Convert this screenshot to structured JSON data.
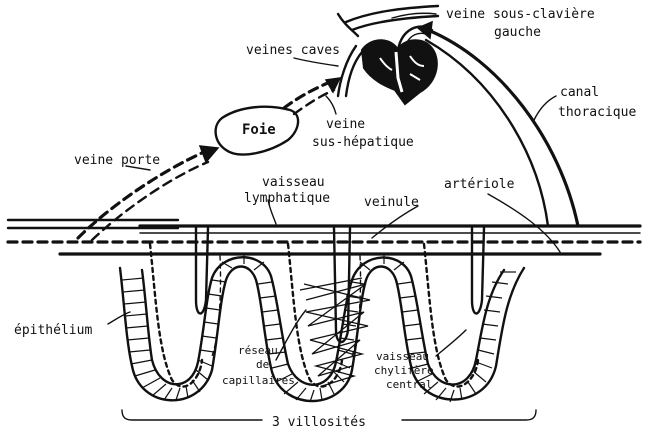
{
  "diagram": {
    "labels": {
      "veine_sous_claviere_line1": "veine sous-clavière",
      "veine_sous_claviere_line2": "gauche",
      "veines_caves": "veines caves",
      "canal_thoracique_line1": "canal",
      "canal_thoracique_line2": "thoracique",
      "foie": "Foie",
      "veine_sus_hepatique_line1": "veine",
      "veine_sus_hepatique_line2": "sus-hépatique",
      "veine_porte": "veine porte",
      "vaisseau_lymphatique_line1": "vaisseau",
      "vaisseau_lymphatique_line2": "lymphatique",
      "veinule": "veinule",
      "arteriole": "artériole",
      "epithelium": "épithélium",
      "reseau_capillaires_line1": "réseau",
      "reseau_capillaires_line2": "de",
      "reseau_capillaires_line3": "capillaires",
      "vaisseau_chylifere_line1": "vaisseau",
      "vaisseau_chylifere_line2": "chylifère",
      "vaisseau_chylifere_line3": "central",
      "villosites": "3 villosités"
    }
  }
}
